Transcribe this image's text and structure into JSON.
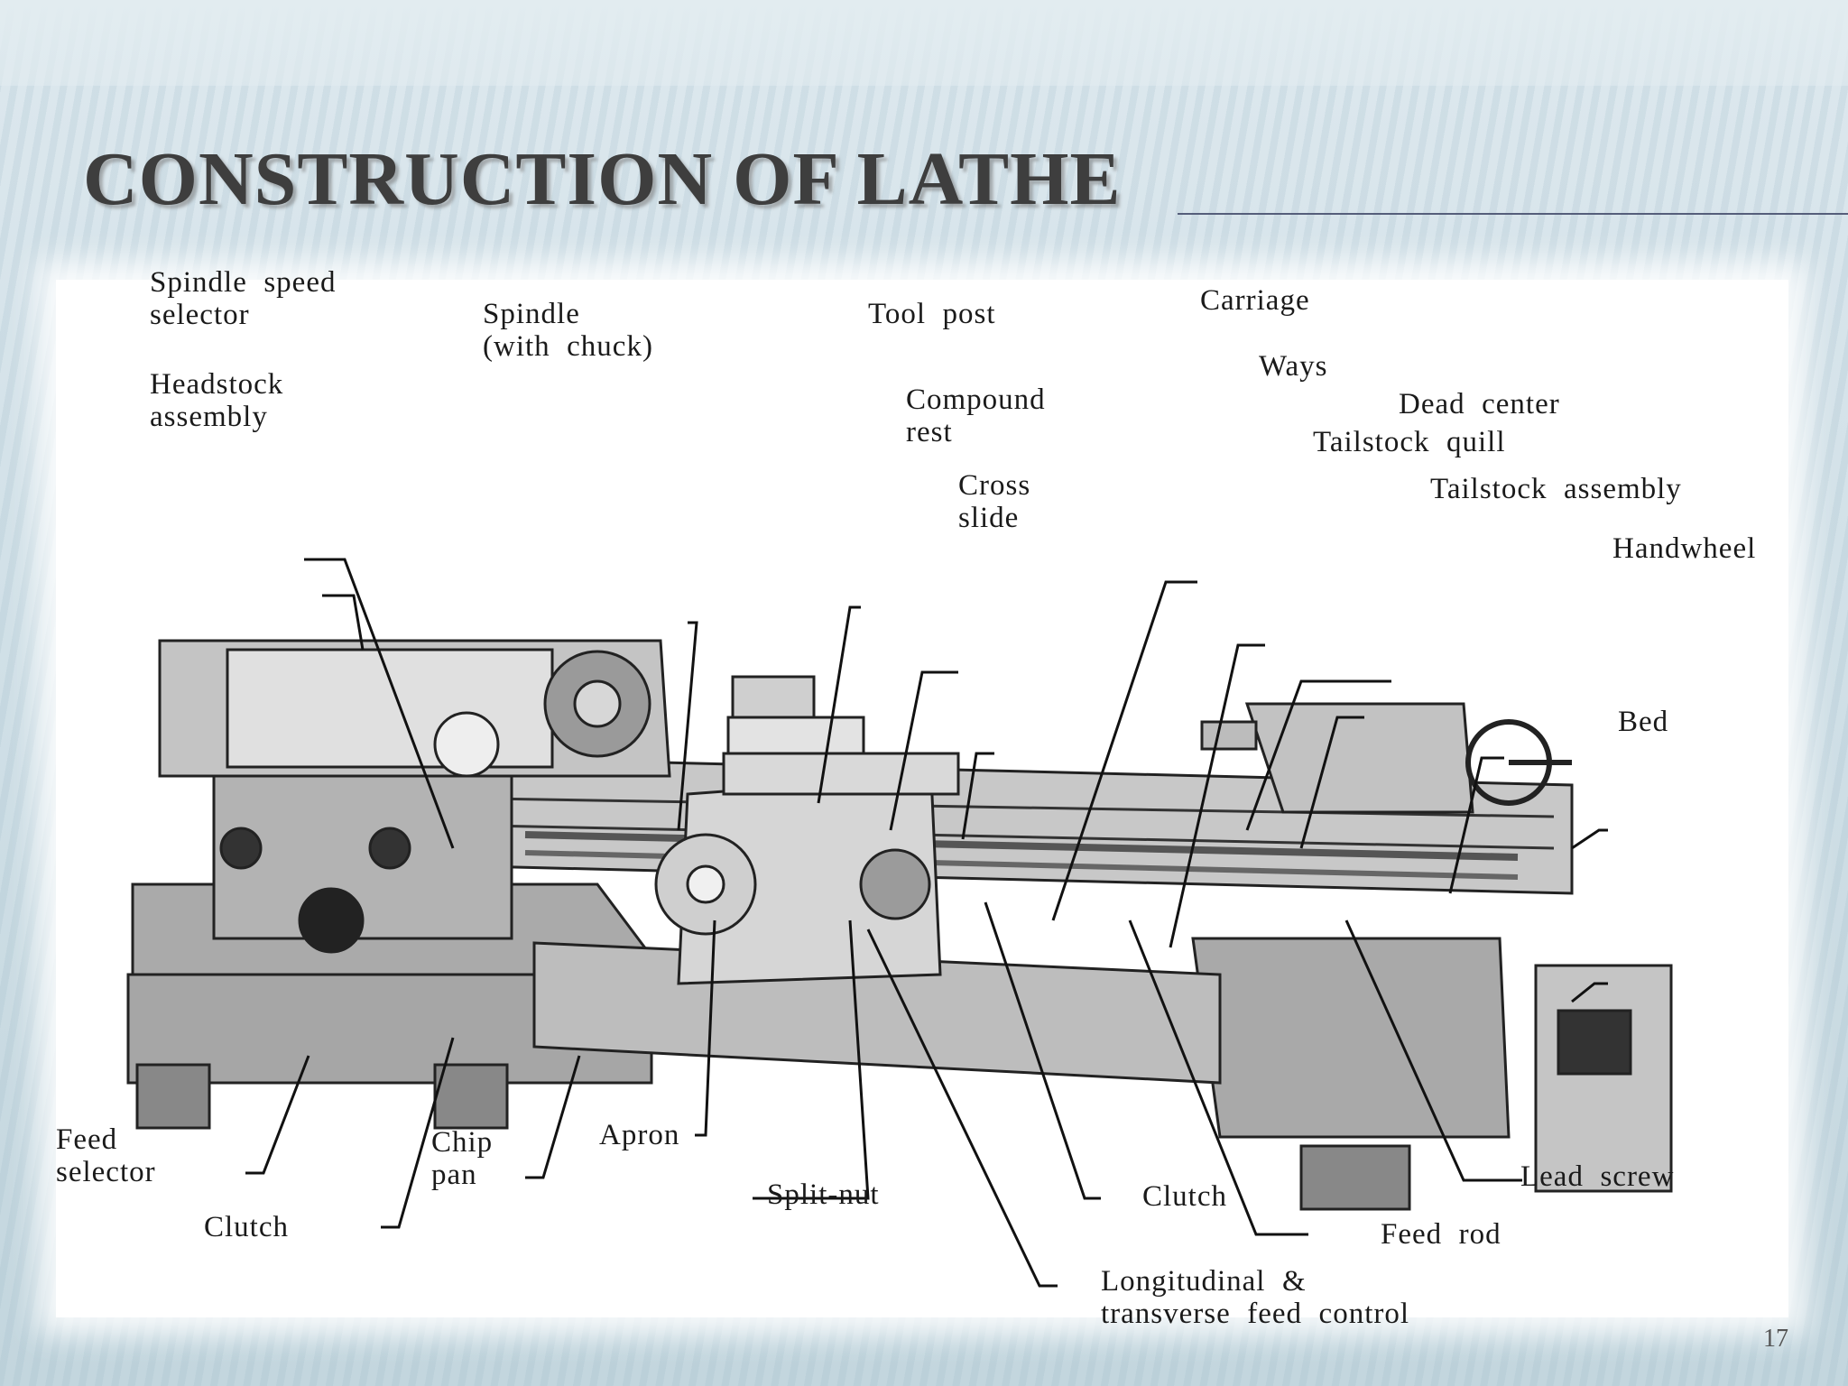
{
  "slide": {
    "title": "CONSTRUCTION OF LATHE",
    "page_number": "17"
  },
  "labels": {
    "spindle_speed_selector": "Spindle  speed\nselector",
    "headstock_assembly": "Headstock\nassembly",
    "spindle_with_chuck": "Spindle\n(with  chuck)",
    "tool_post": "Tool  post",
    "compound_rest": "Compound\nrest",
    "cross_slide": "Cross\nslide",
    "carriage": "Carriage",
    "ways": "Ways",
    "dead_center": "Dead  center",
    "tailstock_quill": "Tailstock  quill",
    "tailstock_assembly": "Tailstock  assembly",
    "handwheel": "Handwheel",
    "bed": "Bed",
    "feed_selector": "Feed\nselector",
    "clutch_left": "Clutch",
    "chip_pan": "Chip\npan",
    "apron": "Apron",
    "split_nut": "Split-nut",
    "clutch_right": "Clutch",
    "lead_screw": "Lead  screw",
    "feed_rod": "Feed  rod",
    "longitudinal_transverse": "Longitudinal  &\ntransverse  feed  control"
  }
}
